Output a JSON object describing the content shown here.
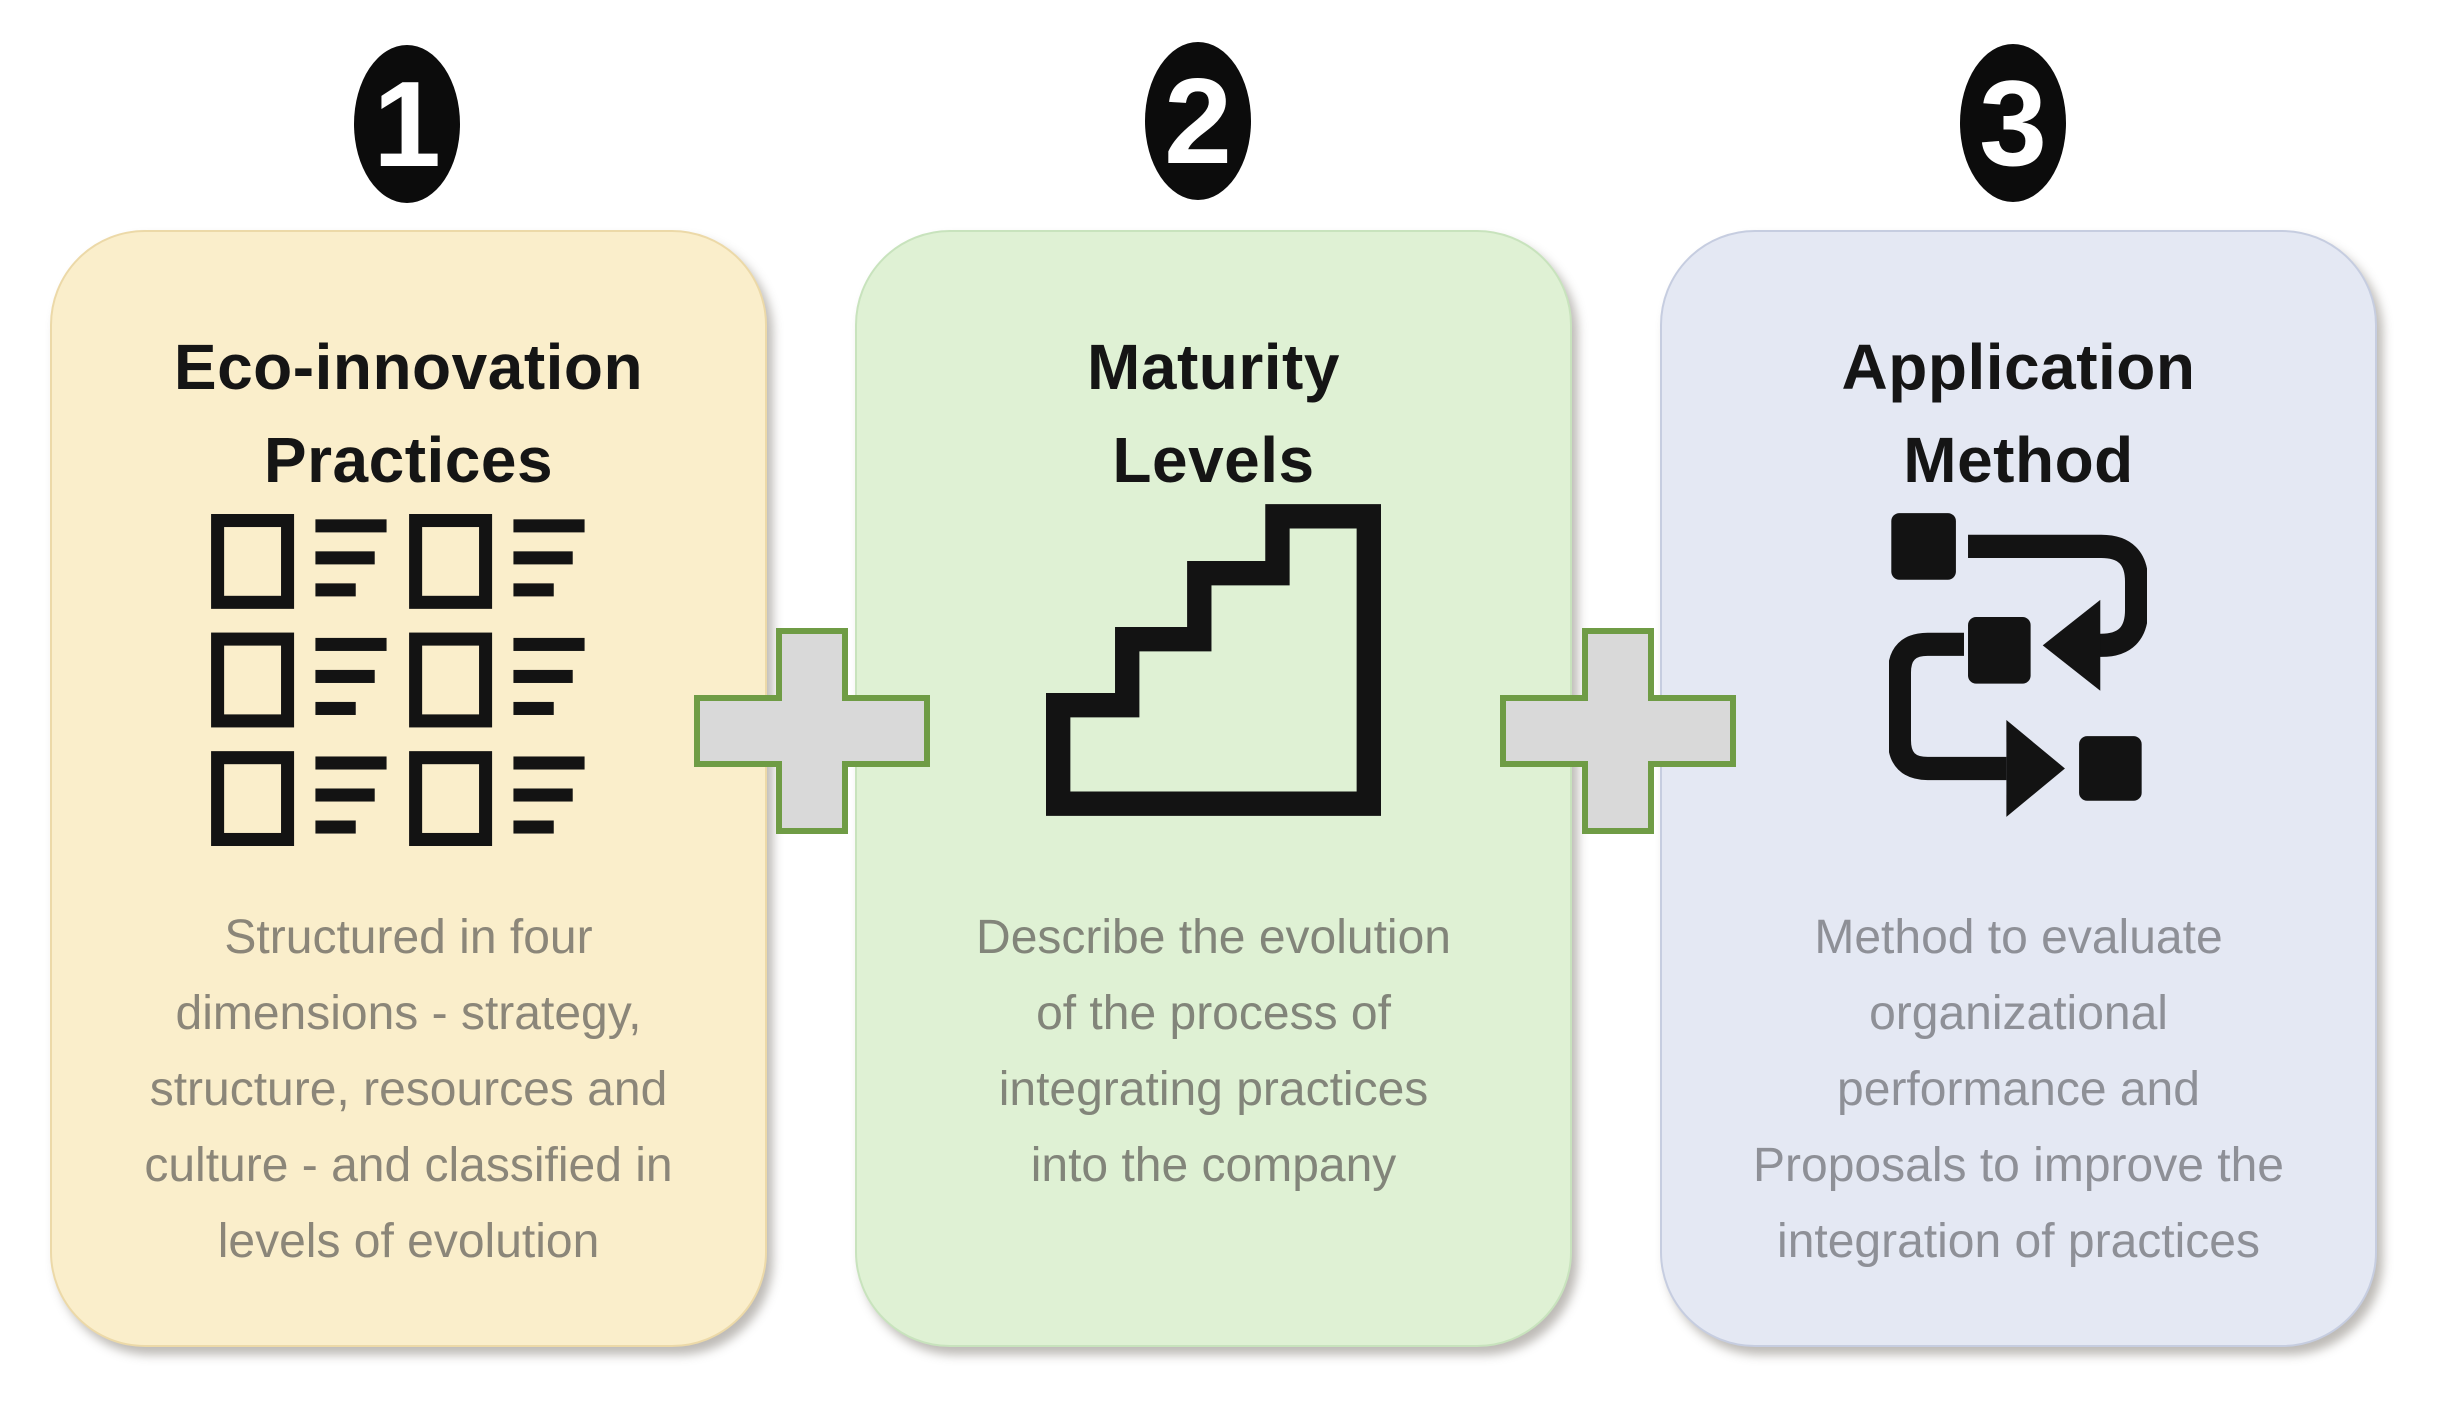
{
  "diagram": {
    "background_color": "#ffffff",
    "steps_count": 3
  },
  "colors": {
    "badge_fill": "#0c0c0c",
    "badge_text": "#ffffff",
    "title_text": "#151515",
    "icon_color": "#131313",
    "plus_fill": "#d9d9d9",
    "plus_border": "#6f9c45"
  },
  "connectors": [
    {
      "symbol": "+"
    },
    {
      "symbol": "+"
    }
  ],
  "cards": [
    {
      "number": "1",
      "title": "Eco-innovation Practices",
      "title_lines": [
        "Eco-innovation",
        "Practices"
      ],
      "icon": "checklist-grid-icon",
      "description": "Structured in four dimensions - strategy, structure, resources and culture - and classified in levels of evolution",
      "description_lines": [
        "Structured in four",
        "dimensions - strategy,",
        "structure, resources and",
        "culture - and classified in",
        "levels of evolution"
      ],
      "bg_color": "#faeecb",
      "border_color": "#ecd9a8",
      "body_text_color": "#8b8679"
    },
    {
      "number": "2",
      "title": "Maturity Levels",
      "title_lines": [
        "Maturity",
        "Levels"
      ],
      "icon": "stairs-icon",
      "description": "Describe the evolution of the process of integrating practices into the company",
      "description_lines": [
        "Describe the evolution",
        "of the process of",
        "integrating practices",
        "into the company"
      ],
      "bg_color": "#dff1d4",
      "border_color": "#c8e3bd",
      "body_text_color": "#82857a"
    },
    {
      "number": "3",
      "title": "Application Method",
      "title_lines": [
        "Application",
        "Method"
      ],
      "icon": "process-flow-icon",
      "description": "Method to evaluate organizational performance and Proposals to improve the integration of practices",
      "description_lines": [
        "Method to evaluate",
        "organizational",
        "performance and",
        "Proposals to improve the",
        "integration of practices"
      ],
      "bg_color": "#e4e8f3",
      "border_color": "#c6cde0",
      "body_text_color": "#8e9097"
    }
  ]
}
